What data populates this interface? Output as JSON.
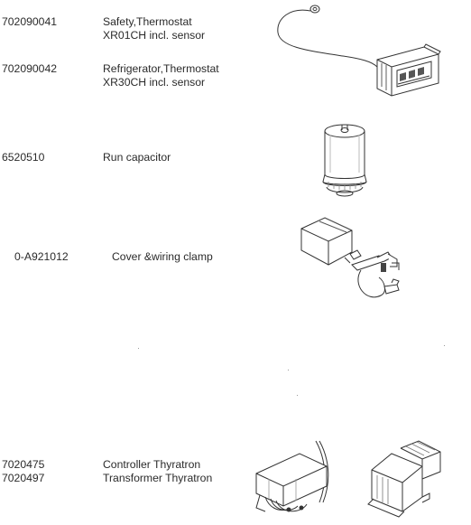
{
  "parts": [
    {
      "number": "702090041",
      "description": [
        "Safety,Thermostat",
        "XR01CH incl. sensor"
      ],
      "illustration": "thermostat-with-sensor"
    },
    {
      "number": "702090042",
      "description": [
        "Refrigerator,Thermostat",
        "XR30CH incl. sensor"
      ],
      "illustration": "thermostat-with-sensor"
    },
    {
      "number": "6520510",
      "description": [
        "Run capacitor"
      ],
      "illustration": "run-capacitor"
    },
    {
      "number": "0-A921012",
      "description": [
        "Cover &wiring clamp"
      ],
      "illustration": "cover-and-wiring-clamp"
    },
    {
      "number": "7020475",
      "description": [
        "Controller Thyratron"
      ],
      "illustration": "controller-thyratron"
    },
    {
      "number": "7020497",
      "description": [
        "Transformer Thyratron"
      ],
      "illustration": "transformer-thyratron"
    }
  ]
}
